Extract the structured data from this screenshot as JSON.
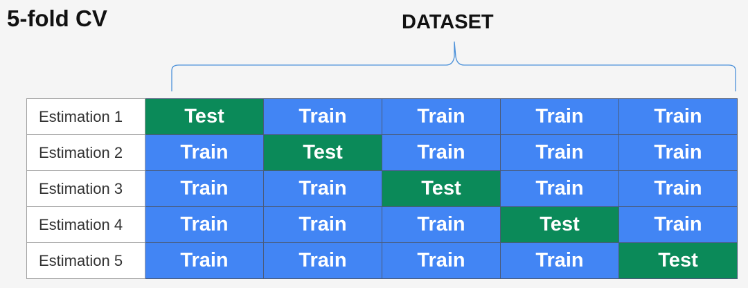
{
  "title": "5-fold CV",
  "dataset_label": "DATASET",
  "colors": {
    "train": "#4285f4",
    "test": "#0b8a59",
    "brace": "#4a90d9",
    "background": "#f5f5f5"
  },
  "rows": [
    {
      "label": "Estimation  1",
      "folds": [
        "Test",
        "Train",
        "Train",
        "Train",
        "Train"
      ]
    },
    {
      "label": "Estimation  2",
      "folds": [
        "Train",
        "Test",
        "Train",
        "Train",
        "Train"
      ]
    },
    {
      "label": "Estimation  3",
      "folds": [
        "Train",
        "Train",
        "Test",
        "Train",
        "Train"
      ]
    },
    {
      "label": "Estimation  4",
      "folds": [
        "Train",
        "Train",
        "Train",
        "Test",
        "Train"
      ]
    },
    {
      "label": "Estimation  5",
      "folds": [
        "Train",
        "Train",
        "Train",
        "Train",
        "Test"
      ]
    }
  ]
}
